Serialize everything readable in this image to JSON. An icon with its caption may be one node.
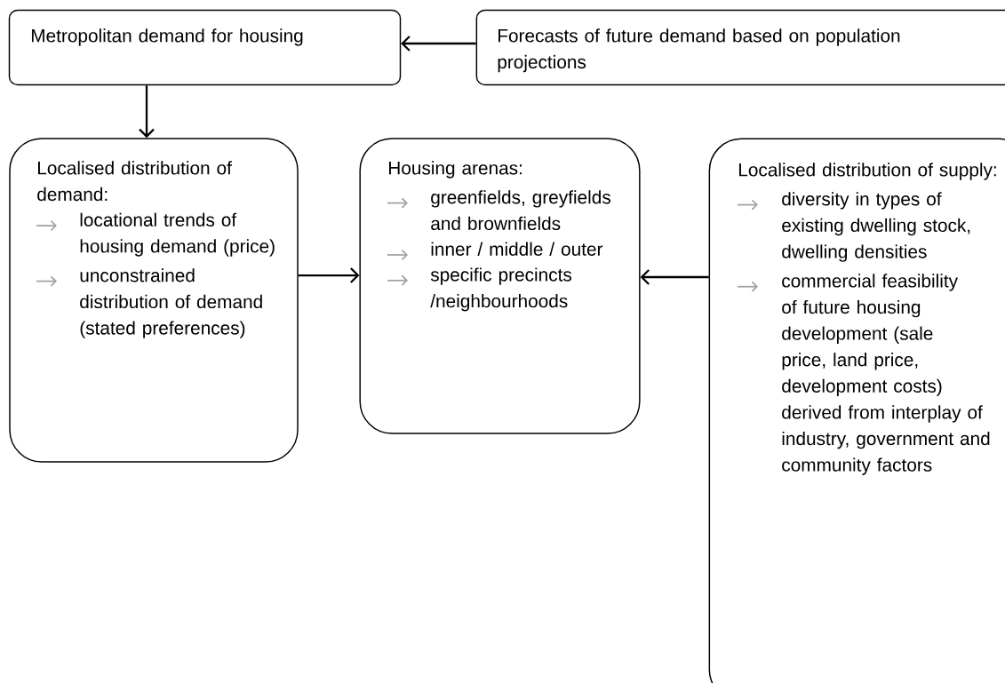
{
  "diagram": {
    "nodes": [
      {
        "text": [
          "Metropolitan demand for housing"
        ]
      },
      {
        "text": [
          "Forecasts of future demand based on population projections"
        ]
      },
      {
        "text": [
          "Localised distribution of demand:",
          "locational trends of housing demand (price)",
          "unconstrained distribution of demand (stated preferences)"
        ]
      },
      {
        "text": [
          "Housing arenas:",
          "greenfields, greyfields and brownfields",
          "inner / middle / outer",
          "specific precincts /neighbourhoods"
        ]
      },
      {
        "text": [
          "Localised distribution of supply:",
          "diversity in types of existing dwelling stock, dwelling densities",
          "commercial feasibility of future housing development (sale price, land price, development costs) derived from interplay of industry, government and community factors"
        ]
      }
    ],
    "edges": [
      {
        "from": 1,
        "to": 0,
        "arrow": "to"
      },
      {
        "from": 0,
        "to": 2,
        "arrow": "to"
      },
      {
        "from": 2,
        "to": 3,
        "arrow": "to"
      },
      {
        "from": 4,
        "to": 3,
        "arrow": "to"
      }
    ]
  }
}
